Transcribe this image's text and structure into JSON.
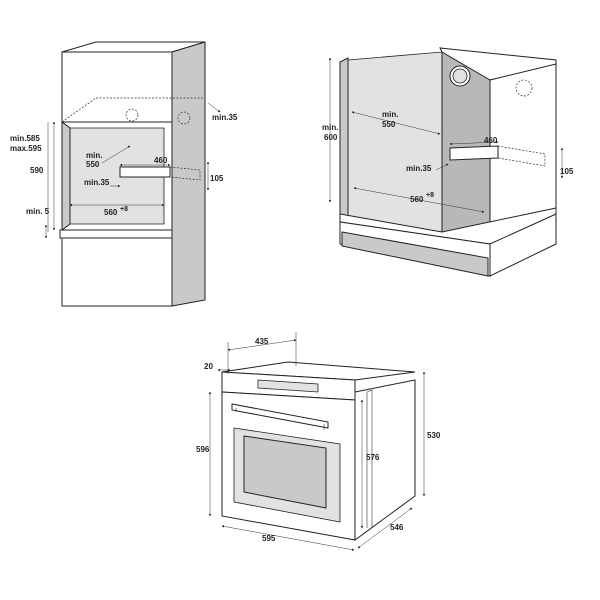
{
  "diagram_1": {
    "dim_min585": "min.585",
    "dim_max595": "max.595",
    "dim_590": "590",
    "dim_min5": "min. 5",
    "dim_min550_a": "min.",
    "dim_min550_b": "550",
    "dim_460": "460",
    "dim_min35_inner": "min.35",
    "dim_min35_top": "min.35",
    "dim_105": "105",
    "dim_560": "560",
    "dim_560_sup": "+8"
  },
  "diagram_2": {
    "dim_min600_a": "min.",
    "dim_min600_b": "600",
    "dim_min550_a": "min.",
    "dim_min550_b": "550",
    "dim_460": "460",
    "dim_min35": "min.35",
    "dim_105": "105",
    "dim_560": "560",
    "dim_560_sup": "+8"
  },
  "diagram_3": {
    "dim_435": "435",
    "dim_20": "20",
    "dim_596": "596",
    "dim_576": "576",
    "dim_530": "530",
    "dim_595": "595",
    "dim_546": "546"
  }
}
